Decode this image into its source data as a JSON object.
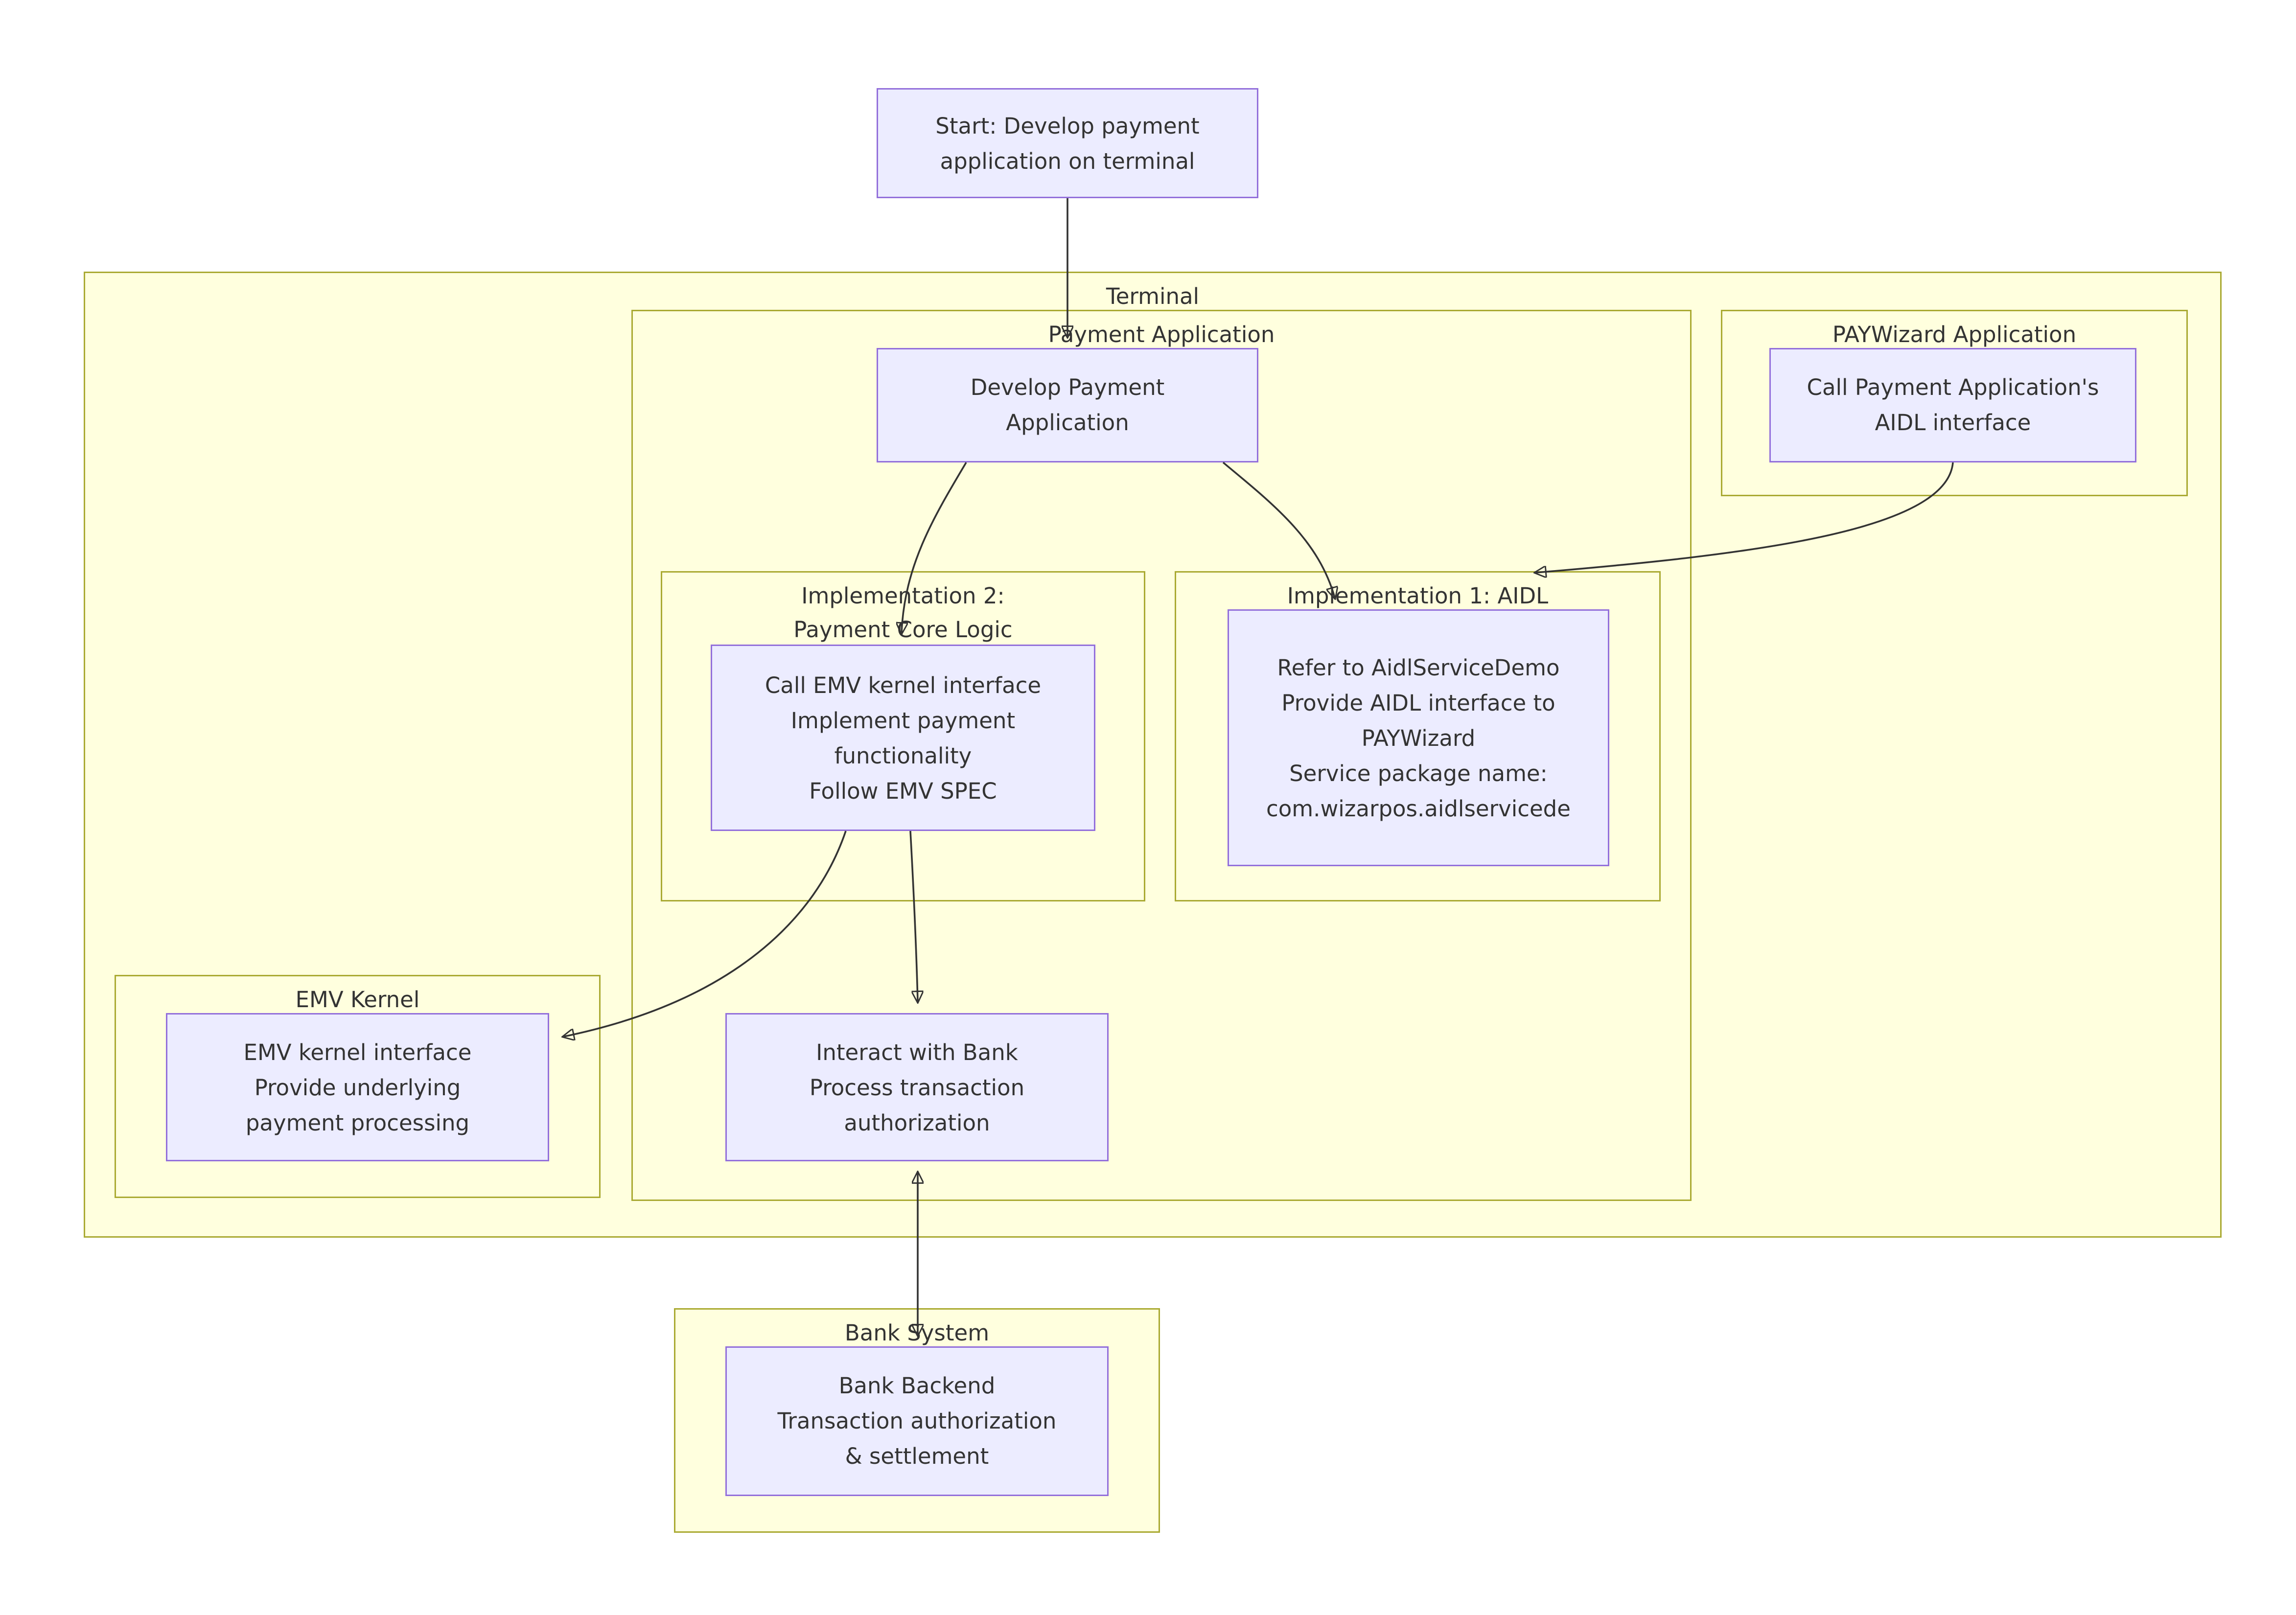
{
  "diagram": {
    "start_node": {
      "text": "Start: Develop payment\napplication on terminal"
    },
    "terminal": {
      "label": "Terminal"
    },
    "payment_application": {
      "label": "Payment Application"
    },
    "develop_node": {
      "text": "Develop Payment\nApplication"
    },
    "paywizard": {
      "label": "PAYWizard Application",
      "node": "Call Payment Application's\nAIDL interface"
    },
    "impl2": {
      "label": "Implementation 2:\nPayment Core Logic",
      "node": "Call EMV kernel interface\nImplement payment\nfunctionality\nFollow EMV SPEC"
    },
    "impl1": {
      "label": "Implementation 1: AIDL",
      "node": "Refer to AidlServiceDemo\nProvide AIDL interface to\nPAYWizard\nService package name:\ncom.wizarpos.aidlservicede"
    },
    "emv": {
      "label": "EMV Kernel",
      "node": "EMV kernel interface\nProvide underlying\npayment processing"
    },
    "interact_node": {
      "text": "Interact with Bank\nProcess transaction\nauthorization"
    },
    "bank": {
      "label": "Bank System",
      "node": "Bank Backend\nTransaction authorization\n& settlement"
    }
  },
  "colors": {
    "subgraph_fill": "#ffffde",
    "subgraph_border": "#aaaa33",
    "node_fill": "#ECECFF",
    "node_border": "#9370DB",
    "edge": "#333333",
    "text": "#333333"
  }
}
